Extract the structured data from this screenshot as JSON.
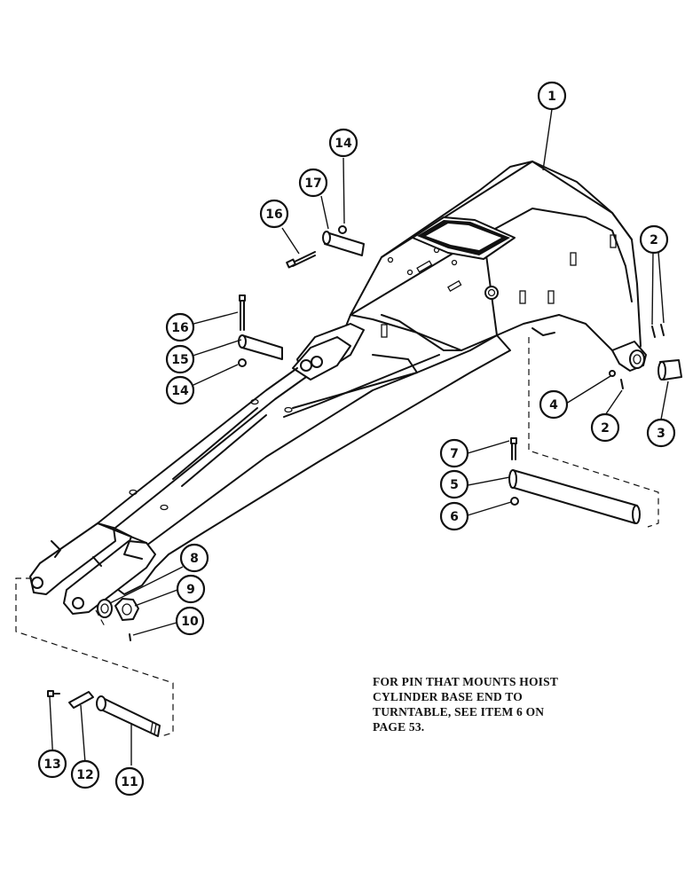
{
  "callouts": [
    "1",
    "2",
    "2",
    "3",
    "4",
    "5",
    "6",
    "7",
    "8",
    "9",
    "10",
    "11",
    "12",
    "13",
    "14",
    "14",
    "15",
    "16",
    "16",
    "17"
  ],
  "note": {
    "lines": [
      "FOR PIN THAT MOUNTS HOIST",
      "CYLINDER BASE END TO",
      "TURNTABLE, SEE ITEM 6 ON",
      "PAGE 53."
    ]
  }
}
